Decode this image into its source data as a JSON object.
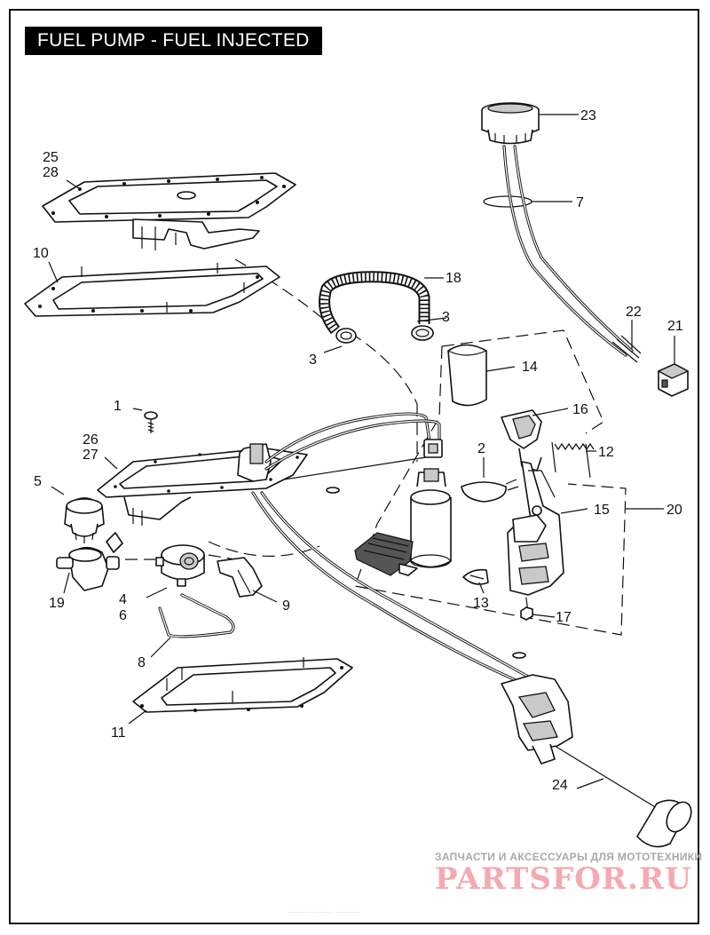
{
  "title": "FUEL PUMP - FUEL INJECTED",
  "callouts": {
    "c1": "1",
    "c2": "2",
    "c3a": "3",
    "c3b": "3",
    "c4": "4",
    "c5": "5",
    "c6": "6",
    "c7": "7",
    "c8": "8",
    "c9": "9",
    "c10": "10",
    "c11": "11",
    "c12": "12",
    "c13": "13",
    "c14": "14",
    "c15": "15",
    "c16": "16",
    "c17": "17",
    "c18": "18",
    "c19": "19",
    "c20": "20",
    "c21": "21",
    "c22": "22",
    "c23": "23",
    "c24": "24",
    "c25": "25",
    "c26": "26",
    "c27": "27",
    "c28": "28"
  },
  "watermark": {
    "tagline": "ЗАПЧАСТИ И АКСЕССУАРЫ ДЛЯ МОТОТЕХНИКИ",
    "logo": "PARTSFOR.RU"
  },
  "footer_text": "............ ...... .........."
}
